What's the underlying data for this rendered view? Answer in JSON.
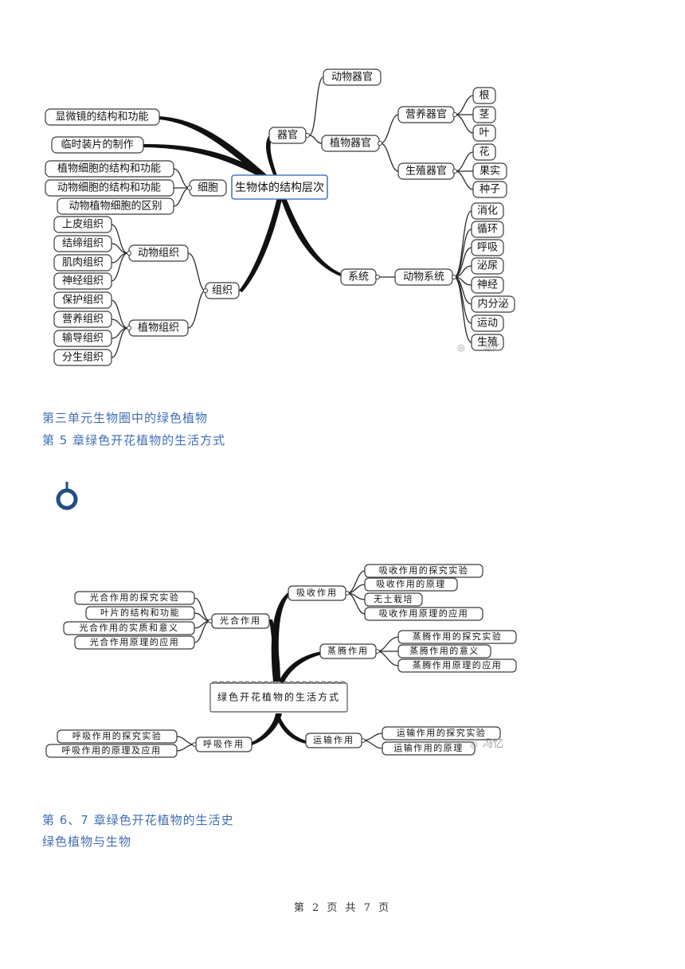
{
  "mindmap1": {
    "root": "生物体的结构层次",
    "left": {
      "microscope": "显微镜的结构和功能",
      "slide": "临时装片的制作",
      "cell": {
        "label": "细胞",
        "children": [
          "植物细胞的结构和功能",
          "动物细胞的结构和功能",
          "动物植物细胞的区别"
        ]
      },
      "tissue": {
        "label": "组织",
        "animal": {
          "label": "动物组织",
          "children": [
            "上皮组织",
            "结缔组织",
            "肌肉组织",
            "神经组织"
          ]
        },
        "plant": {
          "label": "植物组织",
          "children": [
            "保护组织",
            "营养组织",
            "输导组织",
            "分生组织"
          ]
        }
      }
    },
    "right": {
      "organ": {
        "label": "器官",
        "animal_organ": "动物器官",
        "plant_organ": {
          "label": "植物器官",
          "vegetative": {
            "label": "营养器官",
            "children": [
              "根",
              "茎",
              "叶"
            ]
          },
          "reproductive": {
            "label": "生殖器官",
            "children": [
              "花",
              "果实",
              "种子"
            ]
          }
        }
      },
      "system": {
        "label": "系统",
        "animal_system": {
          "label": "动物系统",
          "children": [
            "消化",
            "循环",
            "呼吸",
            "泌尿",
            "神经",
            "内分泌",
            "运动",
            "生殖"
          ]
        }
      }
    },
    "watermark": "冯忆"
  },
  "headings": {
    "unit3": "第三单元生物圈中的绿色植物",
    "ch5": "第 5 章绿色开花植物的生活方式",
    "ch67": "第 6、7 章绿色开花植物的生活史",
    "green_plants": "绿色植物与生物"
  },
  "bullet_icon": "ring-bullet-icon",
  "mindmap2": {
    "root": "绿色开花植物的生活方式",
    "photosynthesis": {
      "label": "光合作用",
      "children": [
        "光合作用的探究实验",
        "叶片的结构和功能",
        "光合作用的实质和意义",
        "光合作用原理的应用"
      ]
    },
    "absorption": {
      "label": "吸收作用",
      "children": [
        "吸收作用的探究实验",
        "吸收作用的原理",
        "无土栽培",
        "吸收作用原理的应用"
      ]
    },
    "transpiration": {
      "label": "蒸腾作用",
      "children": [
        "蒸腾作用的探究实验",
        "蒸腾作用的意义",
        "蒸腾作用原理的应用"
      ]
    },
    "respiration": {
      "label": "呼吸作用",
      "children": [
        "呼吸作用的探究实验",
        "呼吸作用的原理及应用"
      ]
    },
    "transport": {
      "label": "运输作用",
      "children": [
        "运输作用的探究实验",
        "运输作用的原理"
      ]
    },
    "watermark": "冯忆"
  },
  "footer": "第 2 页 共 7 页"
}
